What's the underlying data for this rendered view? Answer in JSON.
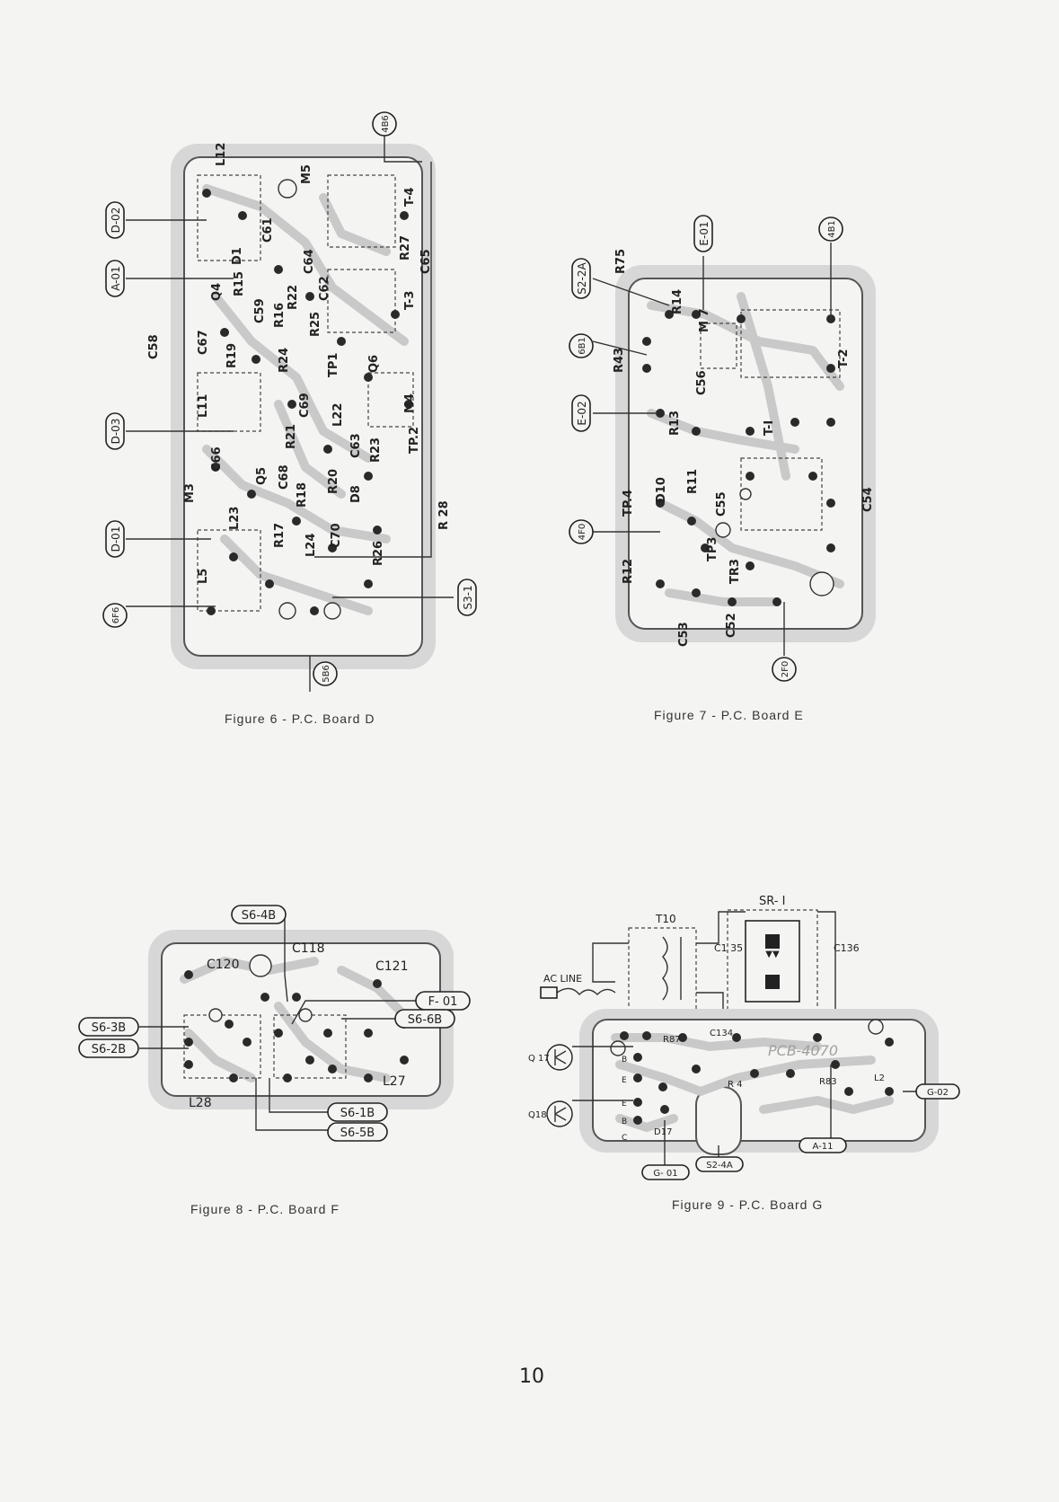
{
  "page": {
    "number": "10"
  },
  "figures": [
    {
      "id": "fig6",
      "caption": "Figure 6 - P.C. Board D",
      "components": [
        "L12",
        "M5",
        "R15",
        "D1",
        "C61",
        "Q4",
        "C59",
        "R16",
        "R22",
        "C64",
        "C62",
        "R25",
        "C67",
        "R19",
        "R24",
        "TP1",
        "Q6",
        "C69",
        "L11",
        "L22",
        "M4",
        "R21",
        "C66",
        "C68",
        "R23",
        "M3",
        "Q5",
        "R20",
        "C63",
        "R18",
        "D8",
        "L23",
        "R17",
        "L24",
        "C70",
        "R26",
        "L5",
        "C58",
        "R28",
        "T-4",
        "T-3",
        "R27",
        "C65",
        "TP.2"
      ],
      "connectors": [
        "4B6",
        "D-02",
        "A-01",
        "D-03",
        "D-01",
        "6F6",
        "S3-1",
        "5B6"
      ]
    },
    {
      "id": "fig7",
      "caption": "Figure 7 - P.C. Board E",
      "components": [
        "R75",
        "R14",
        "M 7",
        "R43",
        "C56",
        "R13",
        "R11",
        "D10",
        "TP.4",
        "C55",
        "TP3",
        "TR3",
        "R12",
        "C53",
        "C52",
        "C54",
        "T-1",
        "T-2"
      ],
      "connectors": [
        "S2-2A",
        "E-01",
        "4B1",
        "6B1",
        "E-02",
        "4F0",
        "2F0"
      ]
    },
    {
      "id": "fig8",
      "caption": "Figure 8 - P.C. Board F",
      "components": [
        "C118",
        "C120",
        "C121",
        "L27",
        "L28"
      ],
      "connectors": [
        "S6-4B",
        "F-01",
        "S6-6B",
        "S6-3B",
        "S6-2B",
        "S6-1B",
        "S6-5B"
      ]
    },
    {
      "id": "fig9",
      "caption": "Figure 9 - P.C. Board G",
      "components": [
        "SR-1",
        "T10",
        "C135",
        "C136",
        "AC LINE",
        "C134",
        "R87",
        "R 4",
        "R83",
        "L2",
        "D17",
        "Q17",
        "Q18",
        "B",
        "E",
        "C"
      ],
      "connectors": [
        "G-02",
        "A-11",
        "S2-4A",
        "G-01"
      ],
      "board_print": "PCB-4070"
    }
  ]
}
